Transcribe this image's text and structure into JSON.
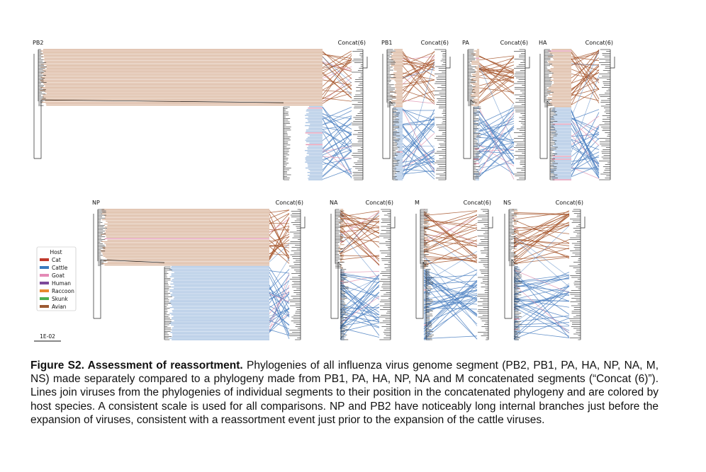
{
  "figure": {
    "panels": [
      {
        "id": "pb2",
        "label": "PB2",
        "compare_label": "Concat(6)"
      },
      {
        "id": "pb1",
        "label": "PB1",
        "compare_label": "Concat(6)"
      },
      {
        "id": "pa",
        "label": "PA",
        "compare_label": "Concat(6)"
      },
      {
        "id": "ha",
        "label": "HA",
        "compare_label": "Concat(6)"
      },
      {
        "id": "np",
        "label": "NP",
        "compare_label": "Concat(6)"
      },
      {
        "id": "na",
        "label": "NA",
        "compare_label": "Concat(6)"
      },
      {
        "id": "m",
        "label": "M",
        "compare_label": "Concat(6)"
      },
      {
        "id": "ns",
        "label": "NS",
        "compare_label": "Concat(6)"
      }
    ],
    "legend": {
      "title": "Host",
      "items": [
        {
          "label": "Cat",
          "color": "#c0392b"
        },
        {
          "label": "Cattle",
          "color": "#3a7bbf"
        },
        {
          "label": "Goat",
          "color": "#e48ab6"
        },
        {
          "label": "Human",
          "color": "#7d4a9a"
        },
        {
          "label": "Raccoon",
          "color": "#e8892f"
        },
        {
          "label": "Skunk",
          "color": "#4caf50"
        },
        {
          "label": "Avian",
          "color": "#9c5a32"
        }
      ]
    },
    "scale_bar_label": "1E-02",
    "colors": {
      "avian_line": "#a6552a",
      "avian_band": "#d9b49b",
      "cattle_line": "#4a7fc1",
      "cattle_band": "#a9c3e2",
      "goat_line": "#e39ab5",
      "tree": "#222222"
    }
  },
  "caption": {
    "title": "Figure S2. Assessment of reassortment.",
    "body": " Phylogenies of all influenza virus genome segment (PB2, PB1, PA, HA, NP, NA, M, NS) made separately compared to a phylogeny made from PB1, PA, HA, NP, NA and M concatenated segments (“Concat (6)”). Lines join viruses from the phylogenies of individual segments to their position in the concatenated phylogeny and are colored by host species. A consistent scale is used for all comparisons. NP and PB2 have noticeably long internal branches just before the expansion of viruses, consistent with a reassortment event just prior to the expansion of the cattle viruses."
  }
}
